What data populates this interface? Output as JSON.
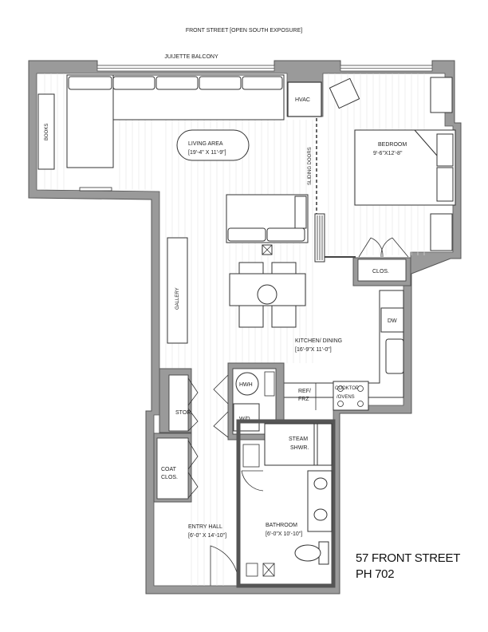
{
  "street_label": "FRONT STREET [OPEN SOUTH EXPOSURE]",
  "balcony_label": "JUIJETTE BALCONY",
  "rooms": {
    "living": {
      "name": "LIVING AREA",
      "size": "[19'-4\" X 11'-9\"]"
    },
    "bedroom": {
      "name": "BEDROOM",
      "size": "9'-6\"X12'-8\""
    },
    "kitchen": {
      "name": "KITCHEN/ DINING",
      "size": "[16'-9\"X 11'-0\"]"
    },
    "entry": {
      "name": "ENTRY HALL",
      "size": "[6'-0\" X 14'-10\"]"
    },
    "bathroom": {
      "name": "BATHROOM",
      "size": "[6'-0\"X 10'-10\"]"
    }
  },
  "fixtures": {
    "books": "BOOKS",
    "hvac": "HVAC",
    "sliding_doors": "SLIDING DOORS",
    "gallery": "GALLERY",
    "clos": "CLOS.",
    "dw": "DW",
    "hwh": "HWH",
    "wd": "W/D",
    "ref": "REF/",
    "frz": "FRZ",
    "cooktop": "COOKTOP",
    "ovens": "/OVENS",
    "stor": "STOR.",
    "coat": "COAT",
    "coat2": "CLOS.",
    "steam": "STEAM",
    "shwr": "SHWR."
  },
  "title": {
    "line1": "57 FRONT STREET",
    "line2": "PH 702"
  }
}
